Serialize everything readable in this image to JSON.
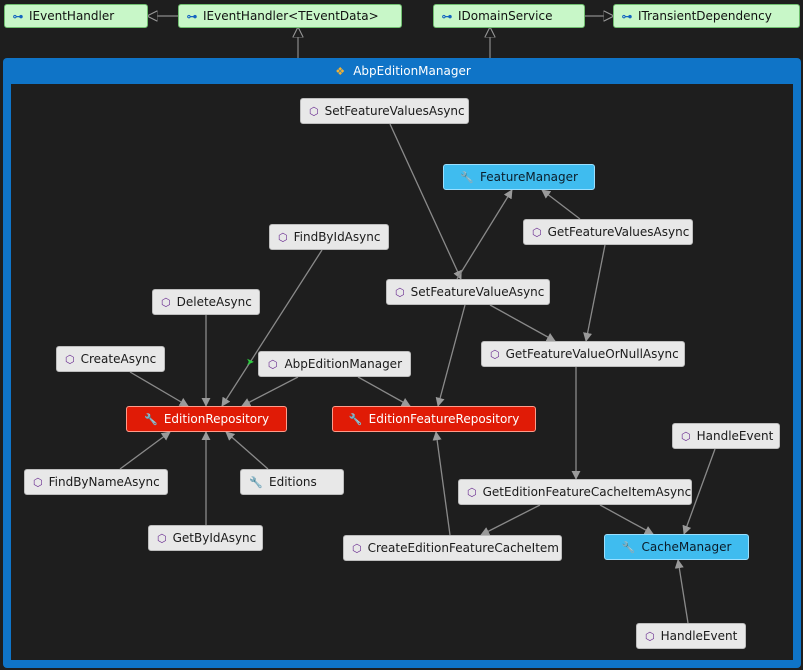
{
  "interfaces": {
    "ieventhandler": "IEventHandler",
    "ieventhandler_generic": "IEventHandler<TEventData>",
    "idomainservice": "IDomainService",
    "itransientdependency": "ITransientDependency"
  },
  "container": {
    "title": "AbpEditionManager"
  },
  "nodes": {
    "set_feature_values_async": "SetFeatureValuesAsync",
    "feature_manager": "FeatureManager",
    "find_by_id_async": "FindByIdAsync",
    "get_feature_values_async": "GetFeatureValuesAsync",
    "delete_async": "DeleteAsync",
    "set_feature_value_async": "SetFeatureValueAsync",
    "create_async": "CreateAsync",
    "abp_edition_manager_ctor": "AbpEditionManager",
    "get_feature_value_or_null_async": "GetFeatureValueOrNullAsync",
    "edition_repository": "EditionRepository",
    "edition_feature_repository": "EditionFeatureRepository",
    "handle_event_1": "HandleEvent",
    "find_by_name_async": "FindByNameAsync",
    "editions": "Editions",
    "get_edition_feature_cache_item_async": "GetEditionFeatureCacheItemAsync",
    "get_by_id_async": "GetByIdAsync",
    "create_edition_feature_cache_item": "CreateEditionFeatureCacheItem",
    "cache_manager": "CacheManager",
    "handle_event_2": "HandleEvent"
  },
  "colors": {
    "background": "#1e1e1e",
    "container": "#0f74c7",
    "interface": "#c8f7c8",
    "method": "#e8e8e8",
    "field_blue": "#3fbcef",
    "field_red": "#e01b06",
    "edge": "#8a8a8a"
  },
  "icons": {
    "interface": "interface-icon",
    "method": "method-cube-icon",
    "field": "wrench-icon",
    "class": "class-icon"
  }
}
